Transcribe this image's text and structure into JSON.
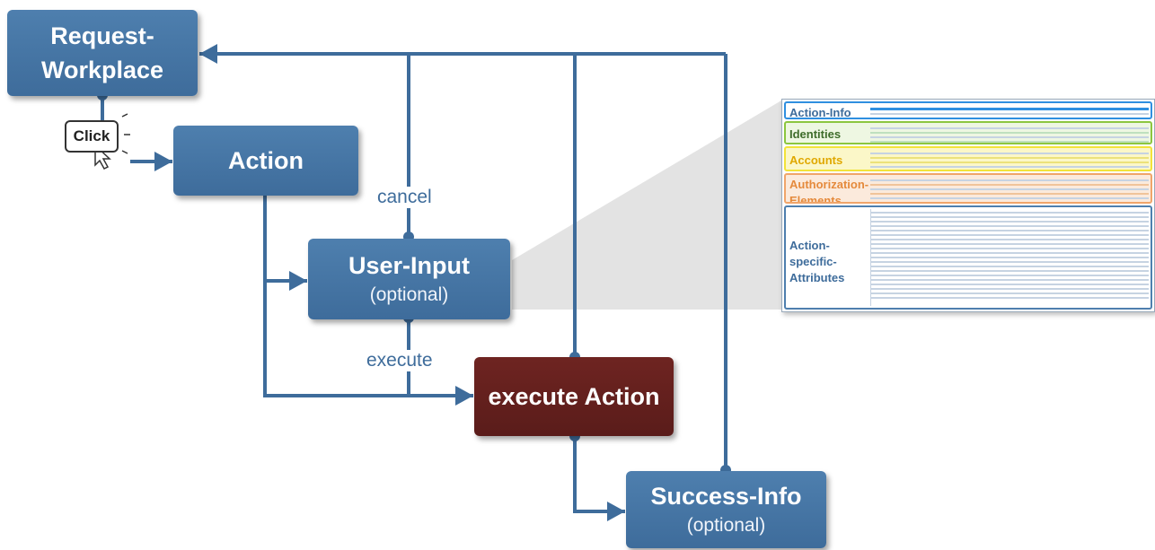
{
  "nodes": {
    "request_workplace": {
      "label": "Request-\nWorkplace"
    },
    "action": {
      "label": "Action"
    },
    "user_input": {
      "label": "User-Input",
      "sublabel": "(optional)"
    },
    "execute_action": {
      "label": "execute Action"
    },
    "success_info": {
      "label": "Success-Info",
      "sublabel": "(optional)"
    }
  },
  "edge_labels": {
    "cancel": "cancel",
    "execute": "execute"
  },
  "click_badge": {
    "label": "Click"
  },
  "thumbnail": {
    "sections": [
      {
        "label": "Action-Info",
        "color": "#2f8fe0",
        "fill": "#ffffff",
        "text_color": "#3e6c9b"
      },
      {
        "label": "Identities",
        "color": "#8cc63f",
        "fill": "#eef7e2",
        "text_color": "#3e6c2a"
      },
      {
        "label": "Accounts",
        "color": "#f2e33a",
        "fill": "#fbf7c8",
        "text_color": "#e0a800"
      },
      {
        "label": "Authorization-\nElements",
        "color": "#f0a56a",
        "fill": "#fbeadc",
        "text_color": "#e58a3c"
      },
      {
        "label": "Action-\nspecific-\nAttributes",
        "color": "#4e7fae",
        "fill": "#ffffff",
        "text_color": "#3e6c9b"
      }
    ]
  },
  "colors": {
    "node_blue": "#4e7fae",
    "node_red": "#5a1c1a",
    "connector": "#3e6c9b"
  }
}
